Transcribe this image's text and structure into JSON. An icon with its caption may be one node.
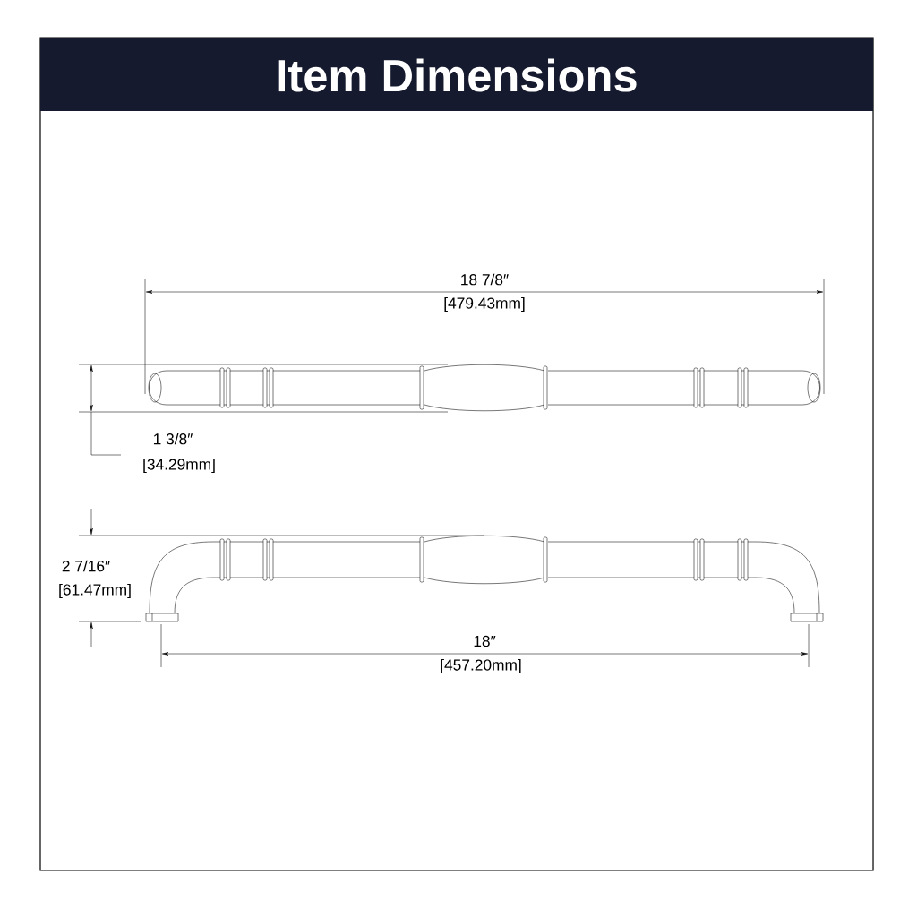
{
  "diagram": {
    "title": "Item Dimensions",
    "labels": [
      "18 7/8″",
      "[479.43mm]",
      "1 3/8″",
      "[34.29mm]",
      "2 7/16″",
      "[61.47mm]",
      "18″",
      "[457.20mm]"
    ]
  }
}
